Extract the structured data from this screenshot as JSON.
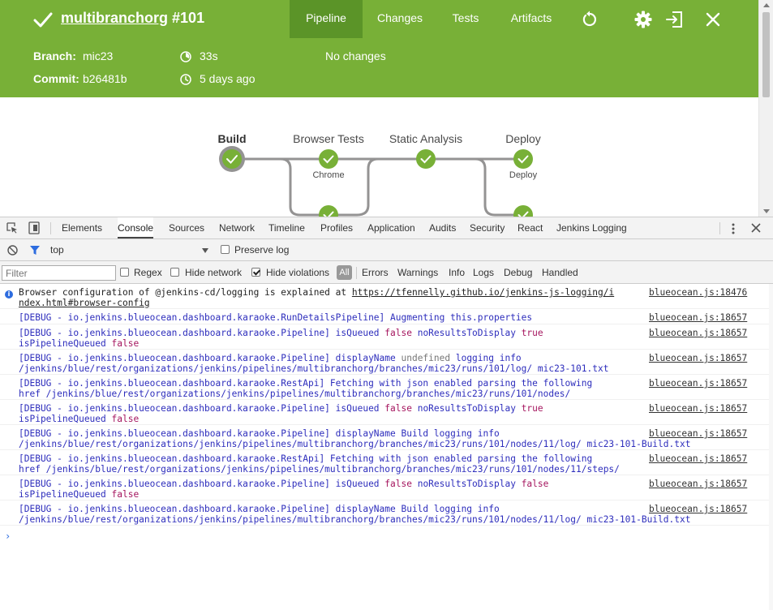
{
  "header": {
    "job_name": "multibranchorg",
    "run_number": "#101",
    "tabs": [
      "Pipeline",
      "Changes",
      "Tests",
      "Artifacts"
    ],
    "active_tab": "Pipeline",
    "branch_label": "Branch:",
    "branch_value": "mic23",
    "commit_label": "Commit:",
    "commit_value": "b26481b",
    "duration": "33s",
    "time_ago": "5 days ago",
    "changes": "No changes",
    "accent_color": "#78b037",
    "icons": [
      "check-icon",
      "replay-icon",
      "gear-icon",
      "exit-icon",
      "close-icon"
    ]
  },
  "pipeline": {
    "stages": [
      {
        "name": "Build",
        "selected": true
      },
      {
        "name": "Browser Tests",
        "selected": false
      },
      {
        "name": "Static Analysis",
        "selected": false
      },
      {
        "name": "Deploy",
        "selected": false
      }
    ],
    "sub_labels": [
      "Chrome",
      "Deploy"
    ]
  },
  "devtools": {
    "tabs": [
      "Elements",
      "Console",
      "Sources",
      "Network",
      "Timeline",
      "Profiles",
      "Application",
      "Audits",
      "Security",
      "React",
      "Jenkins Logging"
    ],
    "active_tab": "Console",
    "context": "top",
    "preserve_log": "Preserve log",
    "filter_placeholder": "Filter",
    "filter_options": {
      "regex": "Regex",
      "hide_network": "Hide network",
      "hide_violations": "Hide violations"
    },
    "levels": [
      "All",
      "Errors",
      "Warnings",
      "Info",
      "Logs",
      "Debug",
      "Handled"
    ],
    "prompt": "›"
  },
  "console": {
    "info_text": "Browser configuration of @jenkins-cd/logging is explained at ",
    "info_link_1": "https://tfennelly.github.io/jenkins-js-logging/i",
    "info_link_2": "ndex.html#browser-config",
    "info_src": "blueocean.js:18476",
    "src": "blueocean.js:18657",
    "lines": {
      "l1": "[DEBUG - io.jenkins.blueocean.dashboard.karaoke.RunDetailsPipeline] Augmenting this.properties",
      "l2a": "[DEBUG - io.jenkins.blueocean.dashboard.karaoke.Pipeline] isQueued ",
      "l2b": " noResultsToDisplay ",
      "l2c": "isPipelineQueued ",
      "l3a": "[DEBUG - io.jenkins.blueocean.dashboard.karaoke.Pipeline] displayName ",
      "l3b": " logging info",
      "l3c": "/jenkins/blue/rest/organizations/jenkins/pipelines/multibranchorg/branches/mic23/runs/101/log/ mic23-101.txt",
      "l4a": "[DEBUG - io.jenkins.blueocean.dashboard.karaoke.RestApi] Fetching with json enabled parsing the following",
      "l4b": "href /jenkins/blue/rest/organizations/jenkins/pipelines/multibranchorg/branches/mic23/runs/101/nodes/",
      "l6a": "[DEBUG - io.jenkins.blueocean.dashboard.karaoke.Pipeline] displayName Build logging info",
      "l6b": "/jenkins/blue/rest/organizations/jenkins/pipelines/multibranchorg/branches/mic23/runs/101/nodes/11/log/ mic23-101-Build.txt",
      "l7b": "href /jenkins/blue/rest/organizations/jenkins/pipelines/multibranchorg/branches/mic23/runs/101/nodes/11/steps/"
    },
    "kw_false": "false",
    "kw_true": "true",
    "kw_undefined": "undefined"
  }
}
